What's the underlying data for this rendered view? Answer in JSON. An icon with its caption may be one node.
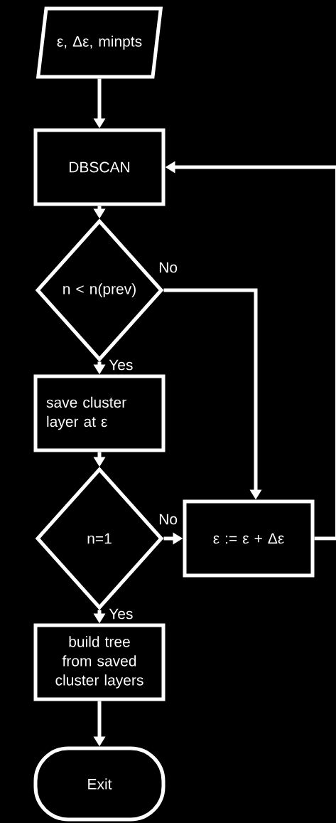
{
  "diagram": {
    "nodes": [
      {
        "text": [
          "ε, Δε, minpts"
        ]
      },
      {
        "text": [
          "DBSCAN"
        ]
      },
      {
        "text": [
          "n < n(prev)"
        ]
      },
      {
        "text": [
          "save cluster layer at ε"
        ]
      },
      {
        "text": [
          "n=1"
        ]
      },
      {
        "text": [
          "ε := ε + Δε"
        ]
      },
      {
        "text": [
          "build tree from saved cluster layers"
        ]
      },
      {
        "text": [
          "Exit"
        ]
      }
    ],
    "edges": [
      {
        "from": 0,
        "to": 1,
        "arrow": "to"
      },
      {
        "from": 1,
        "to": 2,
        "arrow": "to"
      },
      {
        "from": 2,
        "to": 3,
        "arrow": "to",
        "label": "Yes"
      },
      {
        "from": 2,
        "to": 5,
        "arrow": "to",
        "label": "No"
      },
      {
        "from": 3,
        "to": 4,
        "arrow": "to"
      },
      {
        "from": 4,
        "to": 5,
        "arrow": "to",
        "label": "No"
      },
      {
        "from": 4,
        "to": 6,
        "arrow": "to",
        "label": "Yes"
      },
      {
        "from": 5,
        "to": 1,
        "arrow": "to"
      },
      {
        "from": 6,
        "to": 7,
        "arrow": "to"
      }
    ]
  }
}
